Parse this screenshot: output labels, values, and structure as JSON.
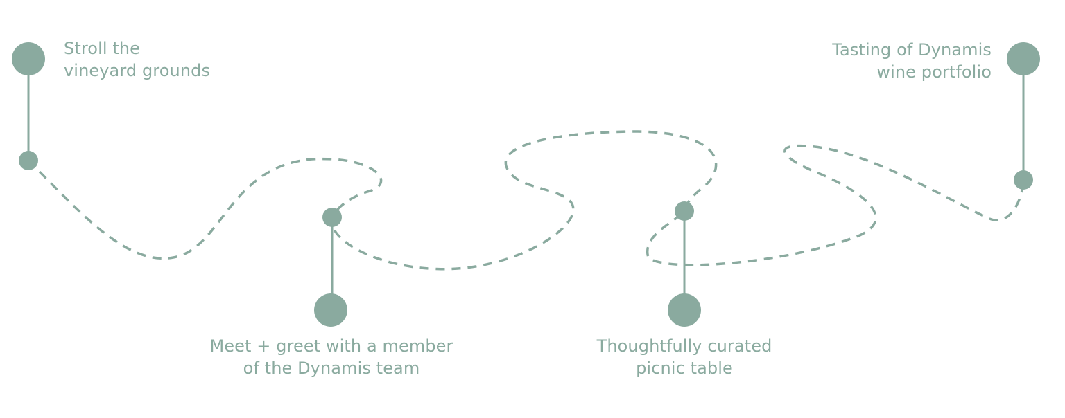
{
  "colors": {
    "accent": "#8aaa9f",
    "background": "#ffffff"
  },
  "steps": [
    {
      "lines": [
        "Stroll the",
        "vineyard grounds"
      ]
    },
    {
      "lines": [
        "Meet + greet with a member",
        "of the Dynamis team"
      ]
    },
    {
      "lines": [
        "Thoughtfully curated",
        "picnic table"
      ]
    },
    {
      "lines": [
        "Tasting of Dynamis",
        "wine portfolio"
      ]
    }
  ]
}
